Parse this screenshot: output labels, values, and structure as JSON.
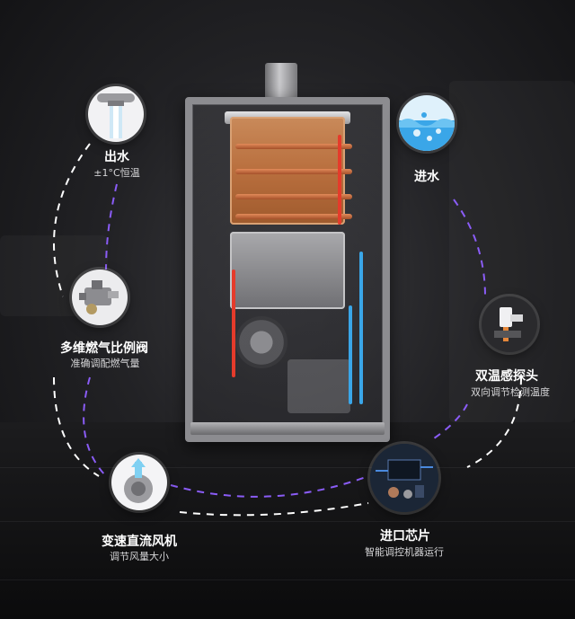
{
  "features": {
    "water_out": {
      "title": "出水",
      "subtitle": "±1°C恒温"
    },
    "water_in": {
      "title": "进水"
    },
    "gas_valve": {
      "title": "多维燃气比例阀",
      "subtitle": "准确调配燃气量"
    },
    "temp_sensor": {
      "title": "双温感探头",
      "subtitle": "双向调节检测温度"
    },
    "fan": {
      "title": "变速直流风机",
      "subtitle": "调节风量大小"
    },
    "chip": {
      "title": "进口芯片",
      "subtitle": "智能调控机器运行"
    }
  },
  "icons": {
    "water_out": "faucet-water-icon",
    "water_in": "water-splash-icon",
    "gas_valve": "gas-valve-icon",
    "temp_sensor": "temperature-sensor-icon",
    "fan": "dc-fan-icon",
    "chip": "chip-board-icon"
  },
  "colors": {
    "arc_white": "#ffffff",
    "arc_purple": "#8a5cf6",
    "hot_flow": "#e53b2b",
    "cold_flow": "#3aa6e8",
    "copper": "#b96f3e"
  }
}
